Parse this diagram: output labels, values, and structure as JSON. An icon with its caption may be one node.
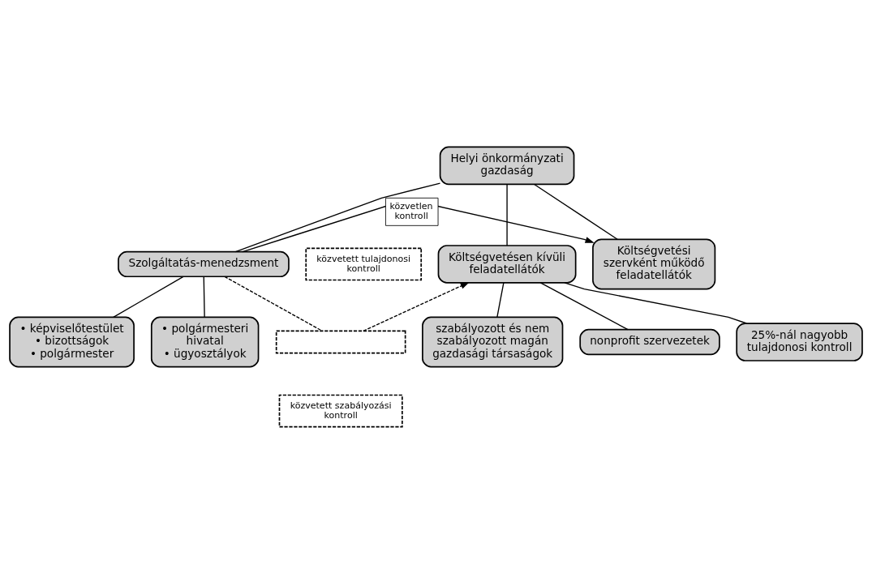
{
  "diagram": {
    "nodes": [
      {
        "text": [
          "Helyi önkormányzati gazdaság"
        ]
      },
      {
        "text": [
          "Szolgáltatás-menedzsment"
        ]
      },
      {
        "text": [
          "Költségvetési szervként működő feladatellátók"
        ]
      },
      {
        "text": [
          "Költségvetésen kívüli feladatellátók"
        ]
      },
      {
        "text": [
          "• képviselőtestület",
          "• bizottságok",
          "• polgármester"
        ]
      },
      {
        "text": [
          "• polgármesteri hivatal",
          "• ügyosztályok"
        ]
      },
      {
        "text": [
          "közvetett tulajdonosi kontroll"
        ]
      },
      {
        "text": [],
        "shape": "box"
      },
      {
        "text": [
          "közvetett szabályozási kontroll"
        ]
      },
      {
        "text": [
          "nonprofit szervezetek"
        ]
      },
      {
        "text": [
          "25%-nál nagyobb tulajdonosi kontroll"
        ]
      },
      {
        "text": [
          "szabályozott és nem szabályozott magán gazdasági társaságok"
        ]
      }
    ],
    "edges": [
      {
        "from": 0,
        "to": 1,
        "arrow": "none"
      },
      {
        "from": 0,
        "to": 2,
        "arrow": "none"
      },
      {
        "from": 0,
        "to": 3,
        "arrow": "none"
      },
      {
        "from": 1,
        "to": 2,
        "arrow": "to",
        "label": "közvetlen kontroll"
      },
      {
        "from": 1,
        "to": 7,
        "arrow": "none",
        "style": "dashed"
      },
      {
        "from": 7,
        "to": 3,
        "arrow": "to",
        "style": "dashed"
      },
      {
        "from": 1,
        "to": 4,
        "arrow": "none"
      },
      {
        "from": 1,
        "to": 5,
        "arrow": "none"
      },
      {
        "from": 3,
        "to": 9,
        "arrow": "none"
      },
      {
        "from": 3,
        "to": 10,
        "arrow": "none"
      },
      {
        "from": 3,
        "to": 11,
        "arrow": "none"
      }
    ]
  }
}
